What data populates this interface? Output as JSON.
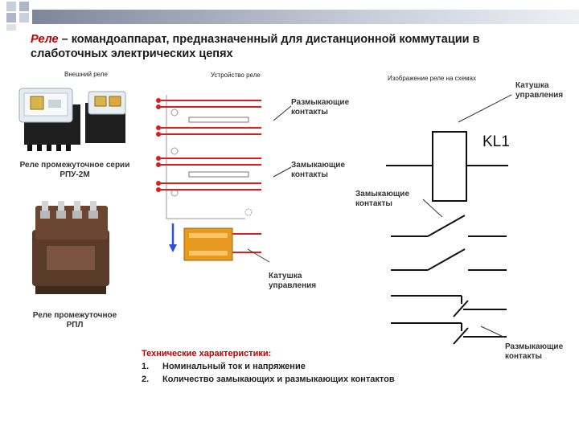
{
  "header": {
    "title_keyword": "Реле",
    "title_line1_rest": " – командоаппарат, предназначенный для дистанционной коммутации в",
    "title_line2": "слаботочных электрических цепях"
  },
  "captions": {
    "external": "Внешний реле",
    "device": "Устройство реле",
    "schematic": "Изображение реле на схемах"
  },
  "relay_rpu": {
    "line1": "Реле промежуточное серии",
    "line2": "РПУ-2М"
  },
  "relay_rpl": {
    "line1": "Реле промежуточное",
    "line2": "РПЛ"
  },
  "device_labels": {
    "nc": {
      "line1": "Размыкающие",
      "line2": "контакты"
    },
    "no": {
      "line1": "Замыкающие",
      "line2": "контакты"
    },
    "coil": {
      "line1": "Катушка",
      "line2": "управления"
    }
  },
  "schematic_labels": {
    "coil": {
      "line1": "Катушка",
      "line2": "управления"
    },
    "designation": "KL1",
    "no": {
      "line1": "Замыкающие",
      "line2": "контакты"
    },
    "nc": {
      "line1": "Размыкающие",
      "line2": "контакты"
    }
  },
  "specs": {
    "heading": "Технические характеристики:",
    "items": [
      {
        "num": "1.",
        "text": "Номинальный ток и напряжение"
      },
      {
        "num": "2.",
        "text": "Количество замыкающих и размыкающих контактов"
      }
    ]
  },
  "colors": {
    "accent": "#c00000",
    "contact_line": "#d81e1e",
    "coil": "#e89a1e"
  }
}
